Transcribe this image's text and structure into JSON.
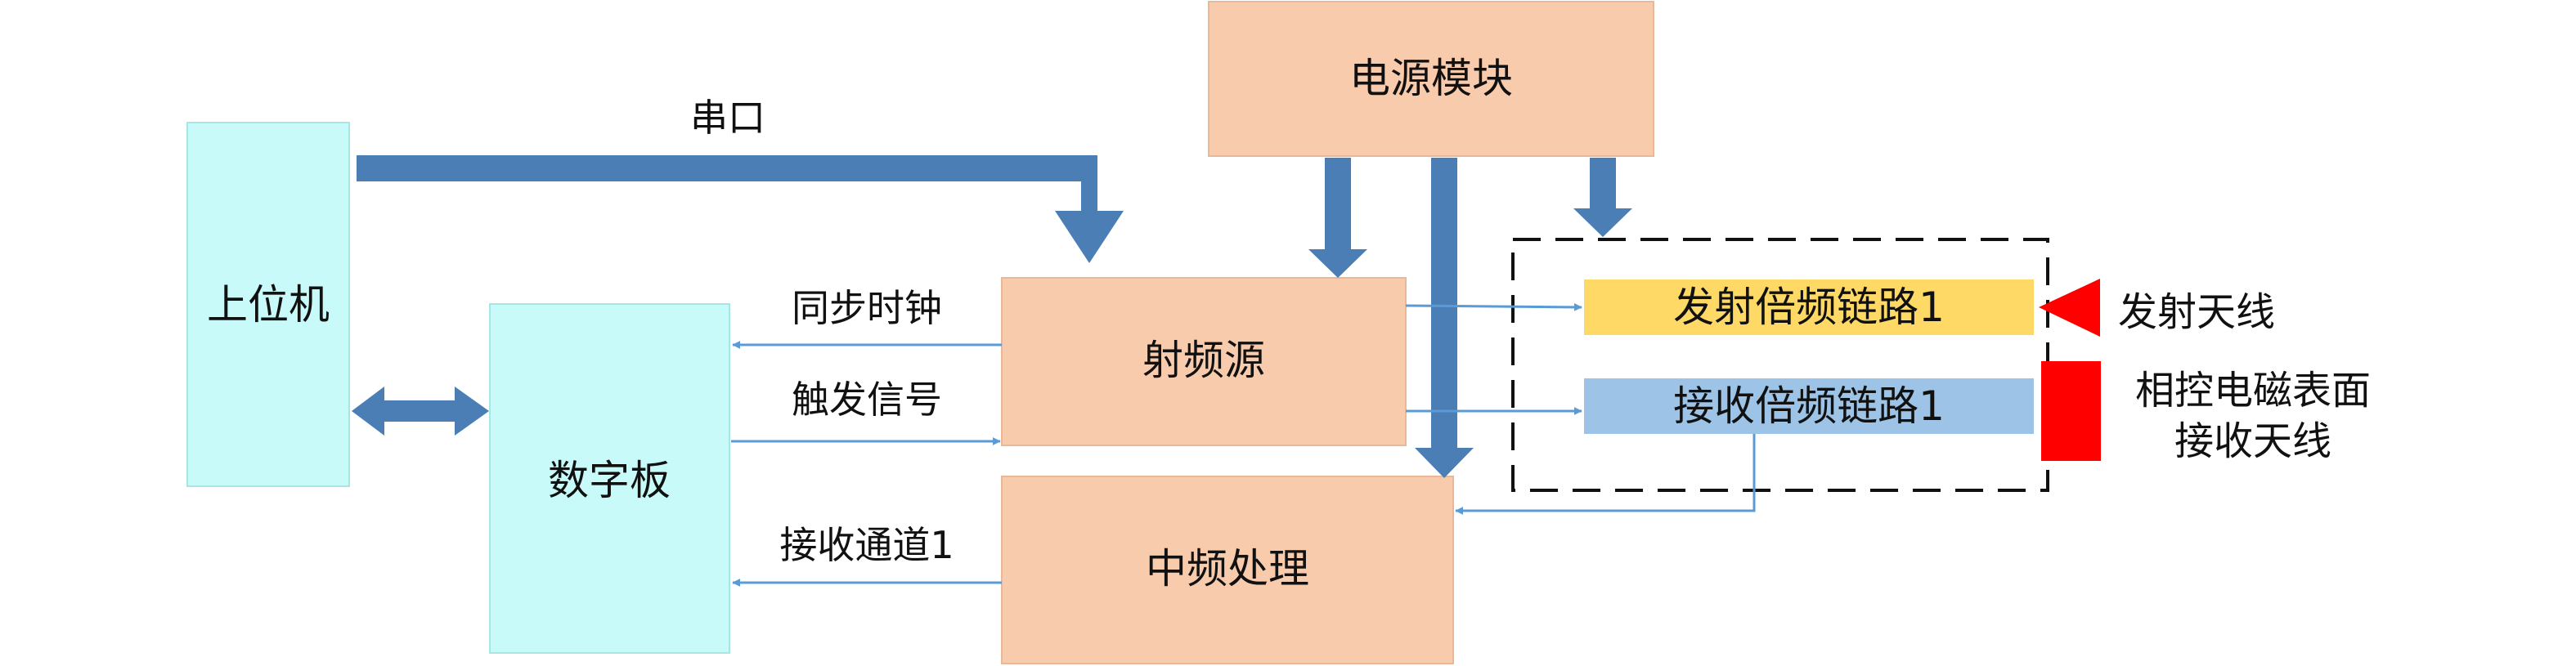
{
  "colors": {
    "cyan_box": "#c9fafa",
    "cyan_border": "#a8e6e6",
    "peach_box": "#f8cbad",
    "peach_border": "#eab896",
    "yellow_box": "#ffd966",
    "blue_box": "#9dc3e6",
    "thick_arrow": "#4a7eb5",
    "thin_arrow": "#5b9bd5",
    "red_marker": "#ff0000"
  },
  "nodes": {
    "host": "上位机",
    "digital_board": "数字板",
    "rf_source": "射频源",
    "if_processing": "中频处理",
    "power_module": "电源模块",
    "tx_chain": "发射倍频链路1",
    "rx_chain": "接收倍频链路1"
  },
  "edges": {
    "serial": "串口",
    "sync_clock": "同步时钟",
    "trigger": "触发信号",
    "rx_channel": "接收通道1"
  },
  "antennas": {
    "tx_antenna": "发射天线",
    "rx_antenna_line1": "相控电磁表面",
    "rx_antenna_line2": "接收天线"
  },
  "icons": {
    "tx_antenna": "red-triangle-icon",
    "rx_antenna": "red-rectangle-icon"
  }
}
